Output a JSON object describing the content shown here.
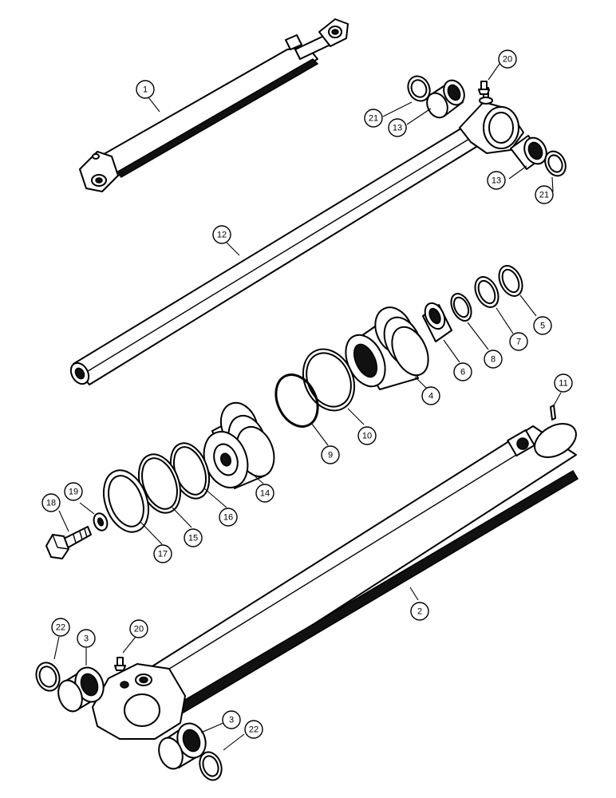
{
  "callouts": [
    {
      "id": "c1",
      "label": "1"
    },
    {
      "id": "c20a",
      "label": "20"
    },
    {
      "id": "c21a",
      "label": "21"
    },
    {
      "id": "c13a",
      "label": "13"
    },
    {
      "id": "c13b",
      "label": "13"
    },
    {
      "id": "c21b",
      "label": "21"
    },
    {
      "id": "c12",
      "label": "12"
    },
    {
      "id": "c5",
      "label": "5"
    },
    {
      "id": "c7",
      "label": "7"
    },
    {
      "id": "c8",
      "label": "8"
    },
    {
      "id": "c6",
      "label": "6"
    },
    {
      "id": "c4",
      "label": "4"
    },
    {
      "id": "c11",
      "label": "11"
    },
    {
      "id": "c10",
      "label": "10"
    },
    {
      "id": "c9",
      "label": "9"
    },
    {
      "id": "c14",
      "label": "14"
    },
    {
      "id": "c16",
      "label": "16"
    },
    {
      "id": "c15",
      "label": "15"
    },
    {
      "id": "c17",
      "label": "17"
    },
    {
      "id": "c18",
      "label": "18"
    },
    {
      "id": "c19",
      "label": "19"
    },
    {
      "id": "c2",
      "label": "2"
    },
    {
      "id": "c22a",
      "label": "22"
    },
    {
      "id": "c3a",
      "label": "3"
    },
    {
      "id": "c20b",
      "label": "20"
    },
    {
      "id": "c3b",
      "label": "3"
    },
    {
      "id": "c22b",
      "label": "22"
    }
  ]
}
